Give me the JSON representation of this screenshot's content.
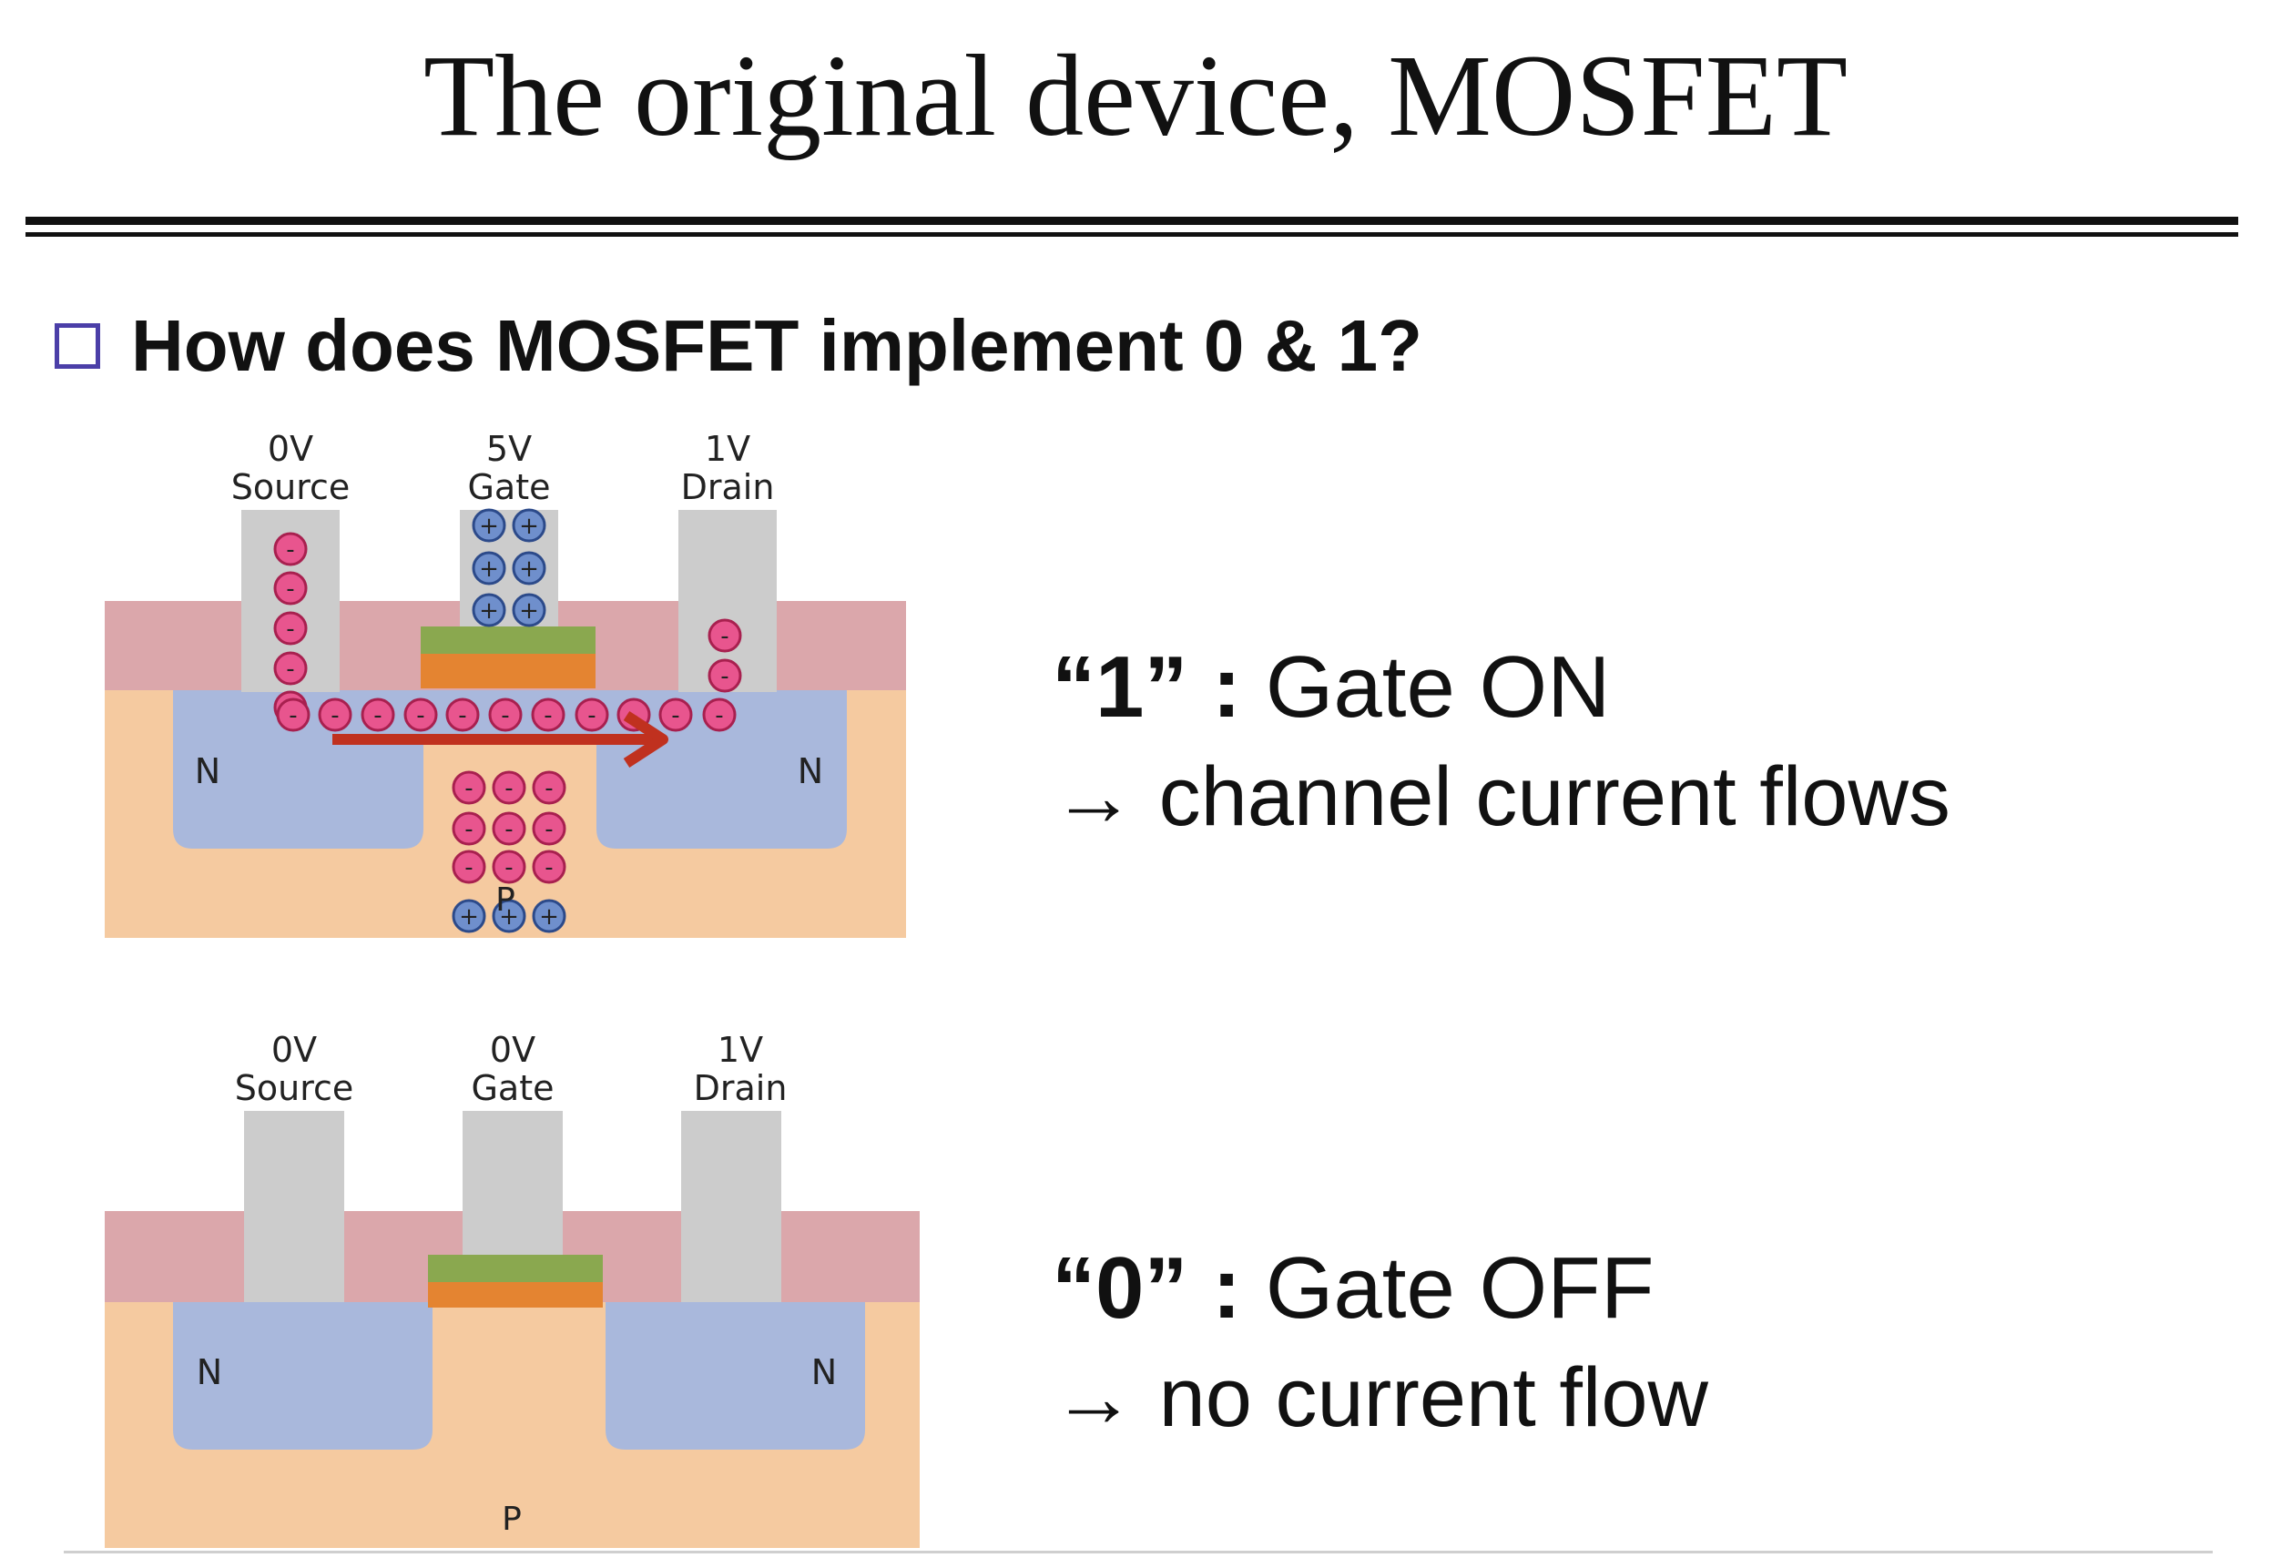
{
  "slide": {
    "title": "The original device, MOSFET",
    "question": "How does MOSFET implement 0 & 1?"
  },
  "colors": {
    "substrate": "#f5caa0",
    "oxide_layer": "#dba7ab",
    "n_region": "#a9b8dc",
    "contact": "#cccccc",
    "gate_green": "#8aa84f",
    "gate_orange": "#e48431",
    "electron": "#e8558e",
    "hole": "#6f8fcc",
    "arrow": "#c0311f",
    "checkbox": "#4b3fa8"
  },
  "diagram_on": {
    "source_voltage": "0V",
    "source_label": "Source",
    "gate_voltage": "5V",
    "gate_label": "Gate",
    "drain_voltage": "1V",
    "drain_label": "Drain",
    "left_region": "N",
    "right_region": "N",
    "substrate": "P",
    "electron_symbol": "-",
    "hole_symbol": "+"
  },
  "diagram_off": {
    "source_voltage": "0V",
    "source_label": "Source",
    "gate_voltage": "0V",
    "gate_label": "Gate",
    "drain_voltage": "1V",
    "drain_label": "Drain",
    "left_region": "N",
    "right_region": "N",
    "substrate": "P"
  },
  "state_on": {
    "value": "“1”",
    "separator": " : ",
    "description": "Gate ON",
    "arrow": "→",
    "result": "channel current flows"
  },
  "state_off": {
    "value": "“0”",
    "separator": " : ",
    "description": "Gate OFF",
    "arrow": "→",
    "result": "no current flow"
  }
}
